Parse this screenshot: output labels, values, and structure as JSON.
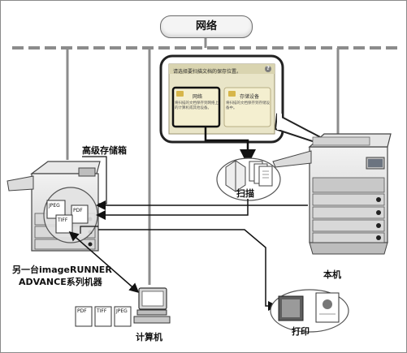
{
  "network": {
    "label": "网络"
  },
  "labels": {
    "advanced_box": "高级存储箱",
    "scan": "扫描",
    "print": "打印",
    "computer": "计算机",
    "this_device": "本机",
    "other_device_line1": "另一台imageRUNNER",
    "other_device_line2": "ADVANCE系列机器"
  },
  "touch_panel": {
    "title": "请选择要扫描文档的保存位置。",
    "help_glyph": "?",
    "button_left": "网络",
    "button_right": "存储设备",
    "desc_left": "将扫描的文档保存到网络上的计算机或其他设备。",
    "desc_right": "将扫描的文档保存到存储设备中。"
  },
  "file_formats": {
    "device": [
      "JPEG",
      "PDF",
      "TIFF"
    ],
    "computer": [
      "PDF",
      "TIFF",
      "JPEG"
    ]
  },
  "colors": {
    "network_line": "#8c8c8c",
    "panel_bg": "#e9e5c8",
    "panel_border": "#9a9270",
    "panel_button": "#f4efd0",
    "arrow": "#111111"
  }
}
